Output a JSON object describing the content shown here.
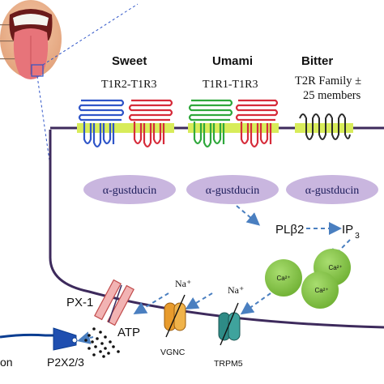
{
  "receptors": {
    "sweet": {
      "title": "Sweet",
      "subunits": "T1R2-T1R3"
    },
    "umami": {
      "title": "Umami",
      "subunits": "T1R1-T1R3"
    },
    "bitter": {
      "title": "Bitter",
      "family_line1": "T2R Family ±",
      "family_line2": "25 members"
    }
  },
  "g_protein": {
    "label": "α-gustducin"
  },
  "signaling": {
    "plc": "PLβ2",
    "ip3_main": "IP",
    "ip3_sub": "3",
    "calcium": "Ca²⁺"
  },
  "channels": {
    "px1": "PX-1",
    "atp": "ATP",
    "vgnc": "VGNC",
    "trpm5": "TRPM5",
    "na_ion": "Na⁺",
    "p2x": "P2X2/3",
    "neuron_fragment": "on"
  },
  "colors": {
    "membrane": "#3d2a5c",
    "sweet_left": "#2f55c8",
    "sweet_right": "#d62b3a",
    "umami_left": "#2fa83c",
    "umami_right": "#d62b3a",
    "bitter": "#2a2a2a",
    "lipid_band": "#d8ec5a",
    "gustducin": "#c9b6df",
    "calcium": "#7cc142",
    "arrow": "#4a7fc0",
    "px1": "#f2b3b3",
    "vgnc": "#e89b2c",
    "trpm5": "#2e8b86",
    "nerve": "#0b3d91"
  }
}
